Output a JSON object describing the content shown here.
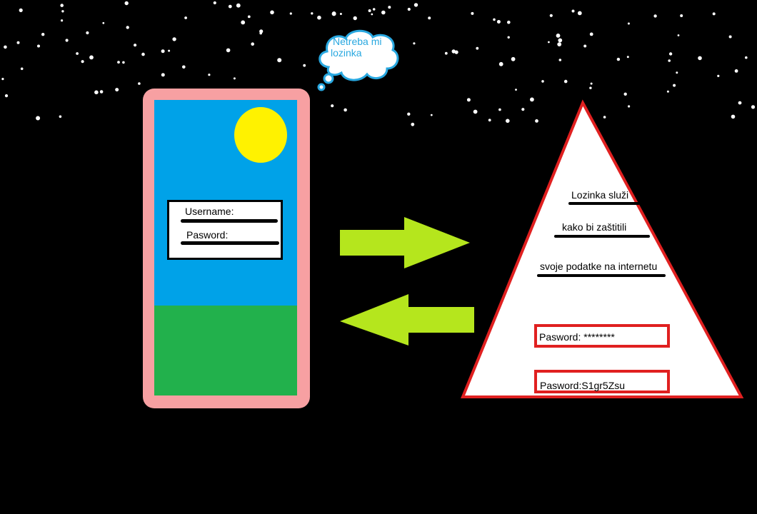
{
  "background_color": "#000000",
  "cloud": {
    "line1": "Netreba mi",
    "line2": "lozinka",
    "text_color": "#29a8e0"
  },
  "phone": {
    "frame_color": "#f7a0a2",
    "sky_color": "#00a2e8",
    "grass_color": "#22b14c",
    "sun_color": "#fff200",
    "login": {
      "username_label": "Username:",
      "password_label": "Pasword:"
    }
  },
  "arrows": {
    "color": "#b5e61d",
    "right_arrow": "arrow-right-icon",
    "left_arrow": "arrow-left-icon"
  },
  "pyramid": {
    "outline_color": "#e02020",
    "lines": [
      "Lozinka služi",
      "kako bi zaštitili",
      "svoje podatke na internetu"
    ],
    "masked_password": "Pasword: ********",
    "plain_password": "Pasword:S1gr5Zsu"
  }
}
